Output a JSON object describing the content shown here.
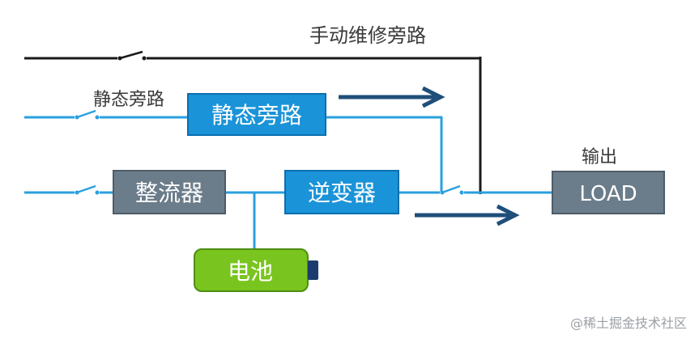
{
  "labels": {
    "manual_bypass": "手动维修旁路",
    "static_bypass_switch": "静态旁路",
    "output": "输出",
    "watermark": "@稀土掘金技术社区"
  },
  "blocks": {
    "static_bypass": "静态旁路",
    "rectifier": "整流器",
    "inverter": "逆变器",
    "battery": "电池",
    "load": "LOAD"
  },
  "colors": {
    "blue_box": "#1a93d8",
    "blue_box_border": "#0b6fae",
    "gray_box": "#6b7c8a",
    "gray_box_border": "#4e5c68",
    "battery_fill": "#7ac41f",
    "battery_border": "#4f8e12",
    "battery_terminal": "#1c3c6e",
    "line_light": "#2aa0df",
    "line_dark": "#1a1a1a",
    "arrow": "#1f4e7a"
  }
}
